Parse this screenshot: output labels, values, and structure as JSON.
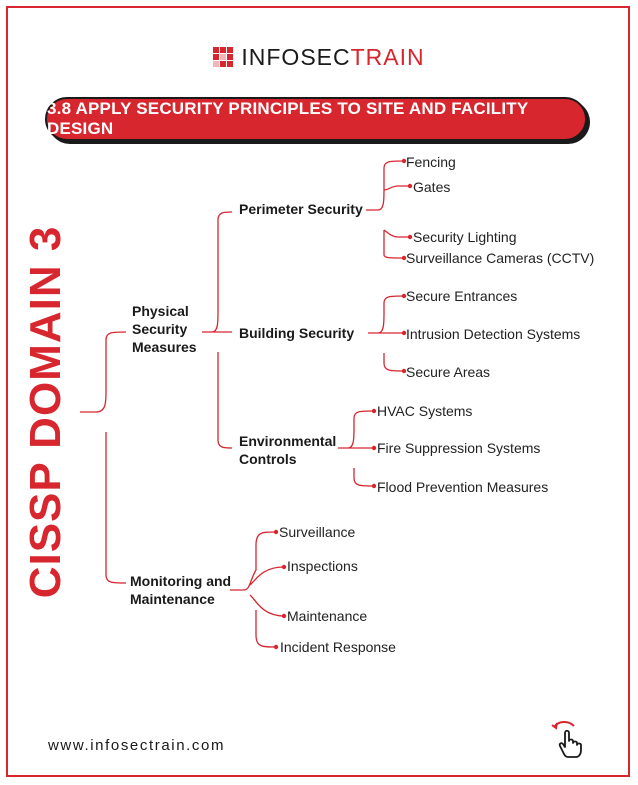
{
  "brand": {
    "name_part1": "INFOSEC",
    "name_part2": "TRAIN"
  },
  "banner": {
    "title": "3.8 APPLY SECURITY PRINCIPLES TO SITE AND FACILITY DESIGN"
  },
  "side_title": "CISSP DOMAIN 3",
  "tree": {
    "physical": {
      "label_lines": [
        "Physical",
        "Security",
        "Measures"
      ],
      "perimeter": {
        "label": "Perimeter Security",
        "items": [
          "Fencing",
          "Gates",
          "Security Lighting",
          "Surveillance Cameras (CCTV)"
        ]
      },
      "building": {
        "label": "Building Security",
        "items": [
          "Secure Entrances",
          "Intrusion Detection Systems",
          "Secure Areas"
        ]
      },
      "environmental": {
        "label_lines": [
          "Environmental",
          "Controls"
        ],
        "items": [
          "HVAC Systems",
          "Fire Suppression Systems",
          "Flood Prevention Measures"
        ]
      }
    },
    "monitoring": {
      "label_lines": [
        "Monitoring and",
        "Maintenance"
      ],
      "items": [
        "Surveillance",
        "Inspections",
        "Maintenance",
        "Incident Response"
      ]
    }
  },
  "footer": {
    "url": "www.infosectrain.com"
  },
  "icons": {
    "logo": "infosectrain-logo-icon",
    "cursor": "hand-pointer-icon"
  },
  "colors": {
    "accent": "#d7262e",
    "text": "#1a1a1a"
  }
}
